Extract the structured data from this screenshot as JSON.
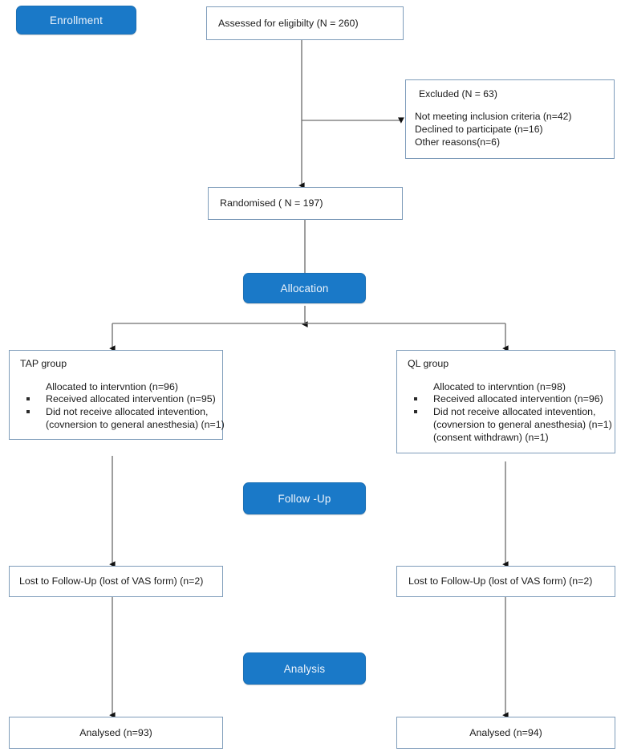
{
  "diagram": {
    "type": "consort-flow-diagram",
    "colors": {
      "pill_fill": "#1a79c8",
      "pill_text": "#eef4fb",
      "box_border": "#7e9cba",
      "box_fill": "#ffffff",
      "connector": "#6f6f6f",
      "text": "#1b1b1b"
    },
    "stages": [
      {
        "key": "enrollment",
        "label": "Enrollment"
      },
      {
        "key": "allocation",
        "label": "Allocation"
      },
      {
        "key": "followup",
        "label": "Follow -Up"
      },
      {
        "key": "analysis",
        "label": "Analysis"
      }
    ],
    "assessed": {
      "label": "Assessed for eligibilty (N = 260)"
    },
    "excluded": {
      "header": "Excluded (N = 63)",
      "reasons": [
        "Not meeting inclusion criteria (n=42)",
        "Declined to participate (n=16)",
        "Other  reasons(n=6)"
      ]
    },
    "randomised": {
      "label": "Randomised ( N = 197)"
    },
    "arms": [
      {
        "key": "tap",
        "title": "TAP group",
        "lead": "Allocated to intervntion (n=96)",
        "bullets": [
          "Received allocated intervention (n=95)",
          "Did not receive allocated intevention,"
        ],
        "continuations": [
          "(covnersion to general anesthesia) (n=1)"
        ],
        "lost": "Lost to Follow-Up (lost of VAS form) (n=2)",
        "analysed": "Analysed (n=93)"
      },
      {
        "key": "ql",
        "title": "QL  group",
        "lead": "Allocated to intervntion (n=98)",
        "bullets": [
          "Received allocated intervention (n=96)",
          "Did not receive allocated intevention,"
        ],
        "continuations": [
          "(covnersion to general anesthesia) (n=1)",
          "(consent withdrawn) (n=1)"
        ],
        "lost": "Lost to Follow-Up (lost of VAS form) (n=2)",
        "analysed": "Analysed (n=94)"
      }
    ]
  }
}
